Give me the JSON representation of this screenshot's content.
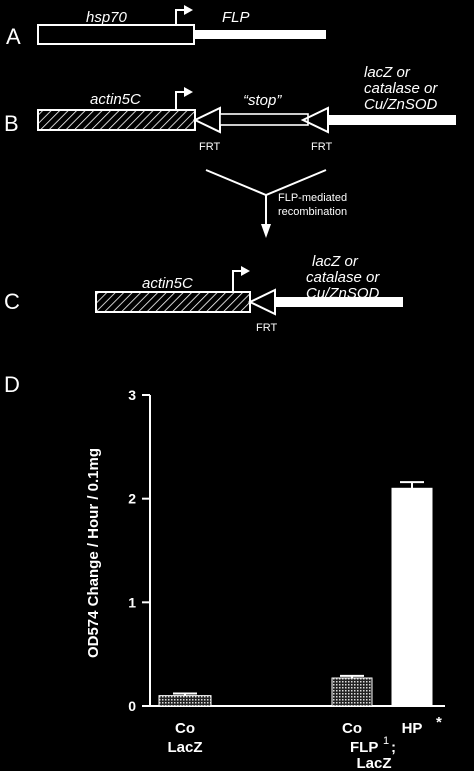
{
  "panels": {
    "a": {
      "letter": "A",
      "promoter_label": "hsp70",
      "gene_label": "FLP"
    },
    "b": {
      "letter": "B",
      "promoter_label": "actin5C",
      "stop_label": "“stop”",
      "frt_left": "FRT",
      "frt_right": "FRT",
      "gene_line1": "lacZ or",
      "gene_line2": "catalase or",
      "gene_line3": "Cu/ZnSOD",
      "arrow_label_line1": "FLP-mediated",
      "arrow_label_line2": "recombination"
    },
    "c": {
      "letter": "C",
      "promoter_label": "actin5C",
      "frt_label": "FRT",
      "gene_line1": "lacZ or",
      "gene_line2": "catalase or",
      "gene_line3": "Cu/ZnSOD"
    },
    "d": {
      "letter": "D"
    }
  },
  "chart_data": {
    "type": "bar",
    "ylabel": "OD574 Change / Hour / 0.1mg",
    "ylim": [
      0,
      3
    ],
    "yticks": [
      "0",
      "1",
      "2",
      "3"
    ],
    "bars": [
      {
        "label": "Co",
        "value": 0.1,
        "fill": "dotted",
        "error": 0.02
      },
      {
        "label": "Co",
        "value": 0.27,
        "fill": "dotted",
        "error": 0.02
      },
      {
        "label": "HP",
        "value": 2.1,
        "fill": "white",
        "error": 0.06
      }
    ],
    "group_labels": [
      {
        "line1": "Co",
        "line2": "LacZ"
      },
      {
        "line1": "FLP",
        "sup": "1",
        "line1_suffix": ";",
        "line2": "LacZ"
      }
    ],
    "significance_mark": "*"
  }
}
